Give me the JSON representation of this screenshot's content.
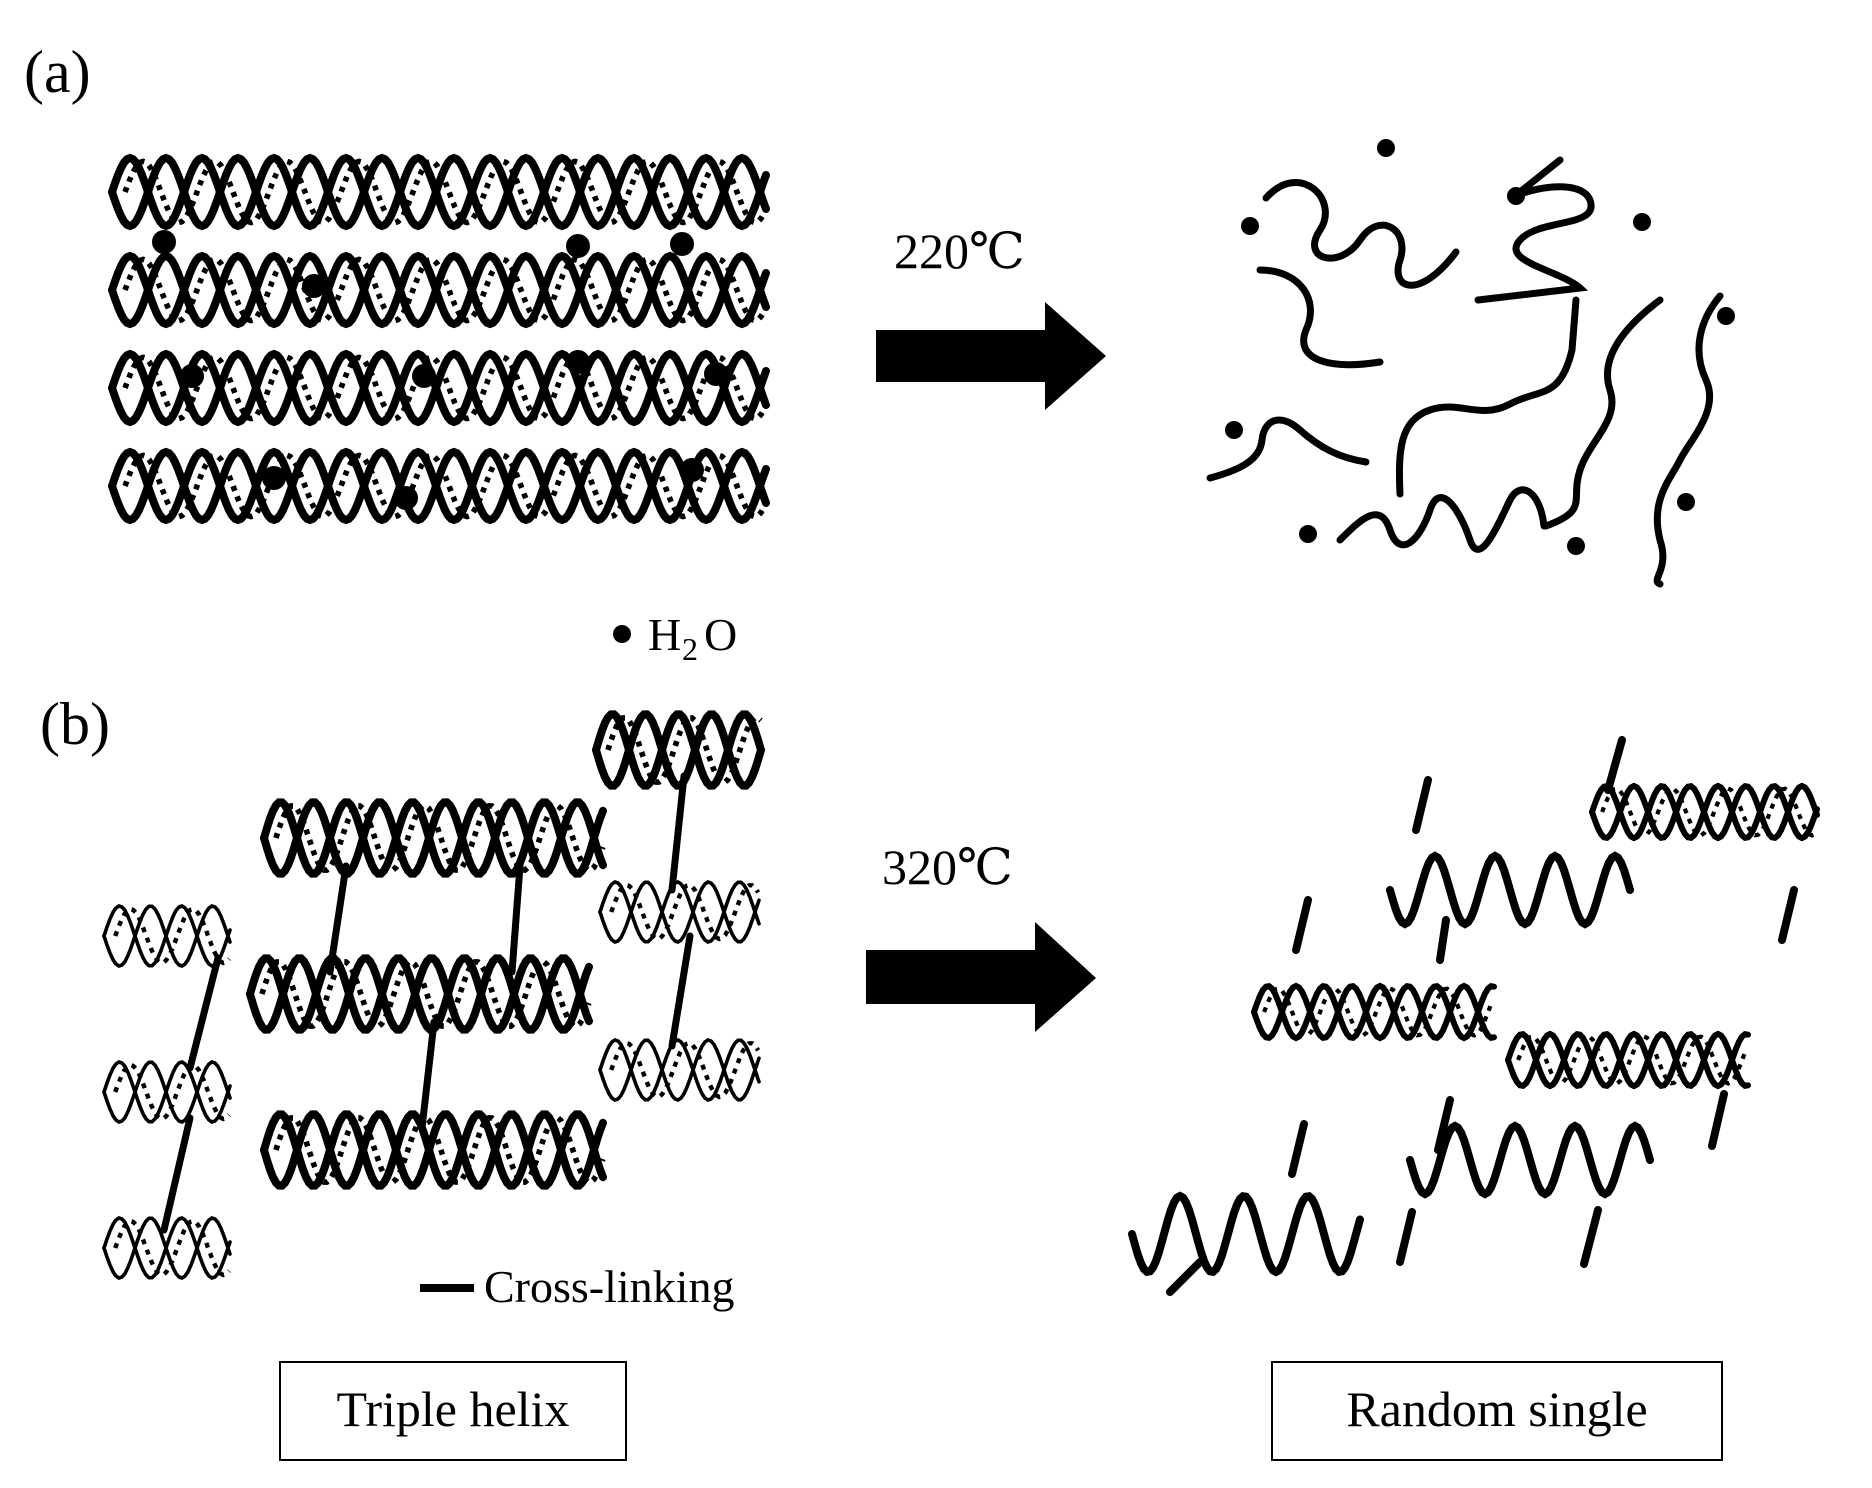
{
  "panel_a": {
    "label": "(a)",
    "temperature": "220℃",
    "legend_h": "H",
    "legend_sub": "2",
    "legend_o": "O"
  },
  "panel_b": {
    "label": "(b)",
    "temperature": "320℃",
    "legend": "Cross-linking"
  },
  "captions": {
    "left": "Triple helix",
    "right": "Random single"
  }
}
